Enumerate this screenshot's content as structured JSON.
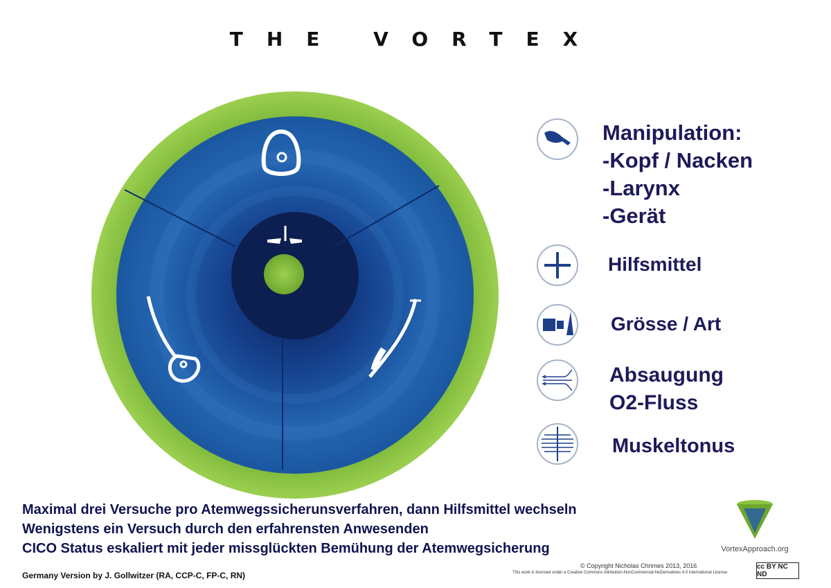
{
  "title": "THE VORTEX",
  "legend": [
    {
      "icon": "hand-icon",
      "lines": [
        "Manipulation:",
        "-Kopf / Nacken",
        "-Larynx",
        "-Gerät"
      ]
    },
    {
      "icon": "plus-icon",
      "lines": [
        "Hilfsmittel"
      ]
    },
    {
      "icon": "size-type-icon",
      "lines": [
        "Grösse / Art"
      ]
    },
    {
      "icon": "flow-icon",
      "lines": [
        "Absaugung",
        "O2-Fluss"
      ]
    },
    {
      "icon": "muscle-icon",
      "lines": [
        "Muskeltonus"
      ]
    }
  ],
  "notes": [
    "Maximal drei Versuche pro Atemwegssicherunsverfahren, dann Hilfsmittel wechseln",
    "Wenigstens ein Versuch durch den erfahrensten Anwesenden",
    "CICO Status eskaliert mit jeder missglückten Bemühung der Atemwegsicherung"
  ],
  "credit": "Germany Version by J. Gollwitzer (RA, CCP-C, FP-C, RN)",
  "logo_text": "VortexApproach.org",
  "copyright": "© Copyright Nicholas Chrimes 2013, 2016",
  "license": "This work is licensed under a Creative Commons Attribution-NonCommercial-NoDerivatives 4.0 International License",
  "cc_badge": "cc BY NC ND",
  "colors": {
    "green": "#8cc63f",
    "blue_outer": "#1f5fa8",
    "blue_dark": "#0d2a66",
    "text_navy": "#1d1a5a"
  }
}
